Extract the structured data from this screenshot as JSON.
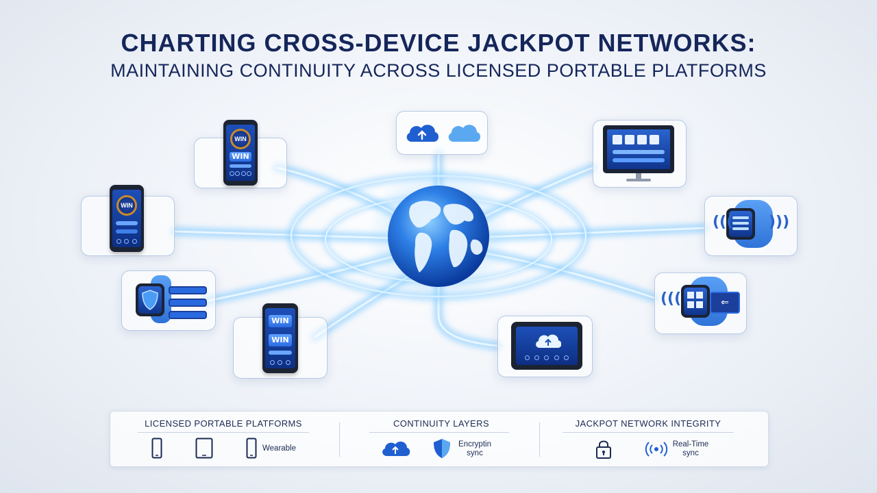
{
  "title": {
    "line1": "CHARTING CROSS-DEVICE JACKPOT NETWORKS:",
    "line2": "MAINTAINING CONTINUITY ACROSS LICENSED PORTABLE PLATFORMS"
  },
  "devices": {
    "phone_top_left": {
      "wheel_text": "WIN",
      "badge": "WIN"
    },
    "phone_left": {
      "badge": "WIN"
    },
    "phone_bottom": {
      "badge_top": "WIN",
      "badge_bottom": "WIN"
    }
  },
  "legend": {
    "platforms": {
      "heading": "LICENSED PORTABLE PLATFORMS",
      "items": [
        {
          "icon": "smartphone-icon",
          "label": ""
        },
        {
          "icon": "tablet-icon",
          "label": ""
        },
        {
          "icon": "wearable-icon",
          "label": "Wearable"
        }
      ]
    },
    "continuity": {
      "heading": "CONTINUITY LAYERS",
      "items": [
        {
          "icon": "cloud-upload-icon",
          "label": ""
        },
        {
          "icon": "shield-icon",
          "label_line1": "Encryptin",
          "label_line2": "sync"
        }
      ]
    },
    "integrity": {
      "heading": "JACKPOT NETWORK INTEGRITY",
      "items": [
        {
          "icon": "lock-icon",
          "label": ""
        },
        {
          "icon": "broadcast-icon",
          "label_line1": "Real-Time",
          "label_line2": "sync"
        }
      ]
    }
  },
  "colors": {
    "title": "#15265a",
    "link_glow": "#6fc4ff",
    "accent": "#2a6ae0",
    "card_border": "#aabee1"
  }
}
